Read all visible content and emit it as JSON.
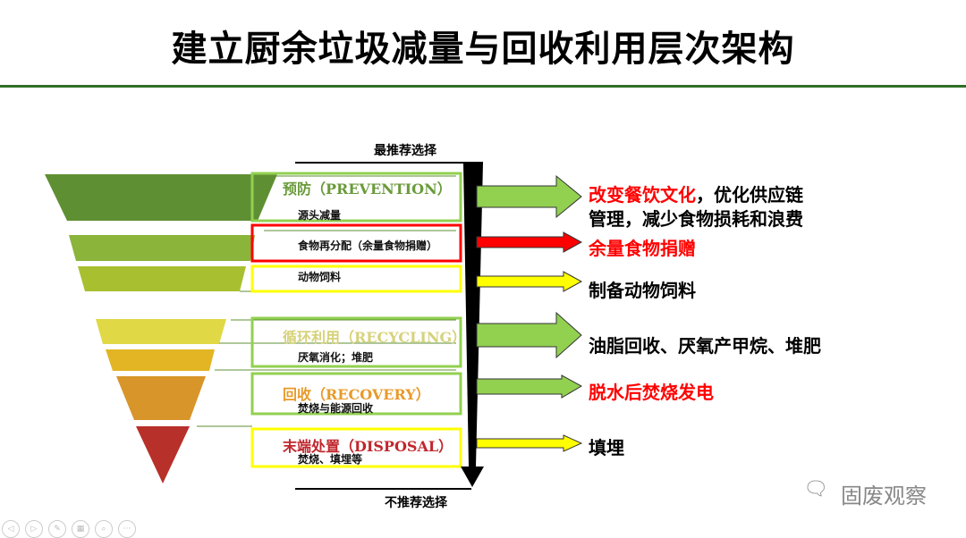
{
  "title": "建立厨余垃圾减量与回收利用层次架构",
  "axis": {
    "top": "最推荐选择",
    "bottom": "不推荐选择"
  },
  "tiers": [
    {
      "heading": "预防（PREVENTION）",
      "sub": "源头减量",
      "color": "#6a9a3a"
    },
    {
      "heading": "",
      "sub": "食物再分配（余量食物捐赠）"
    },
    {
      "heading": "",
      "sub": "动物饲料"
    },
    {
      "heading": "循环利用（RECYCLING）",
      "sub": "厌氧消化；堆肥",
      "color": "#d6d27a"
    },
    {
      "heading": "回收（RECOVERY）",
      "sub": "焚烧与能源回收",
      "color": "#e89a2a"
    },
    {
      "heading": "末端处置（DISPOSAL）",
      "sub": "焚烧、填埋等",
      "color": "#c0272d"
    }
  ],
  "outcomes": [
    {
      "highlight": "改变餐饮文化",
      "rest": "，优化供应链",
      "line2": "管理，减少食物损耗和浪费"
    },
    {
      "highlight": "余量食物捐赠"
    },
    {
      "text": "制备动物饲料"
    },
    {
      "text": "油脂回收、厌氧产甲烷、堆肥"
    },
    {
      "highlight": "脱水后焚烧发电"
    },
    {
      "text": "填埋"
    }
  ],
  "watermark": "固废观察",
  "colors": {
    "green": "#92d050",
    "red": "#ff0000",
    "yellow": "#ffff00"
  }
}
